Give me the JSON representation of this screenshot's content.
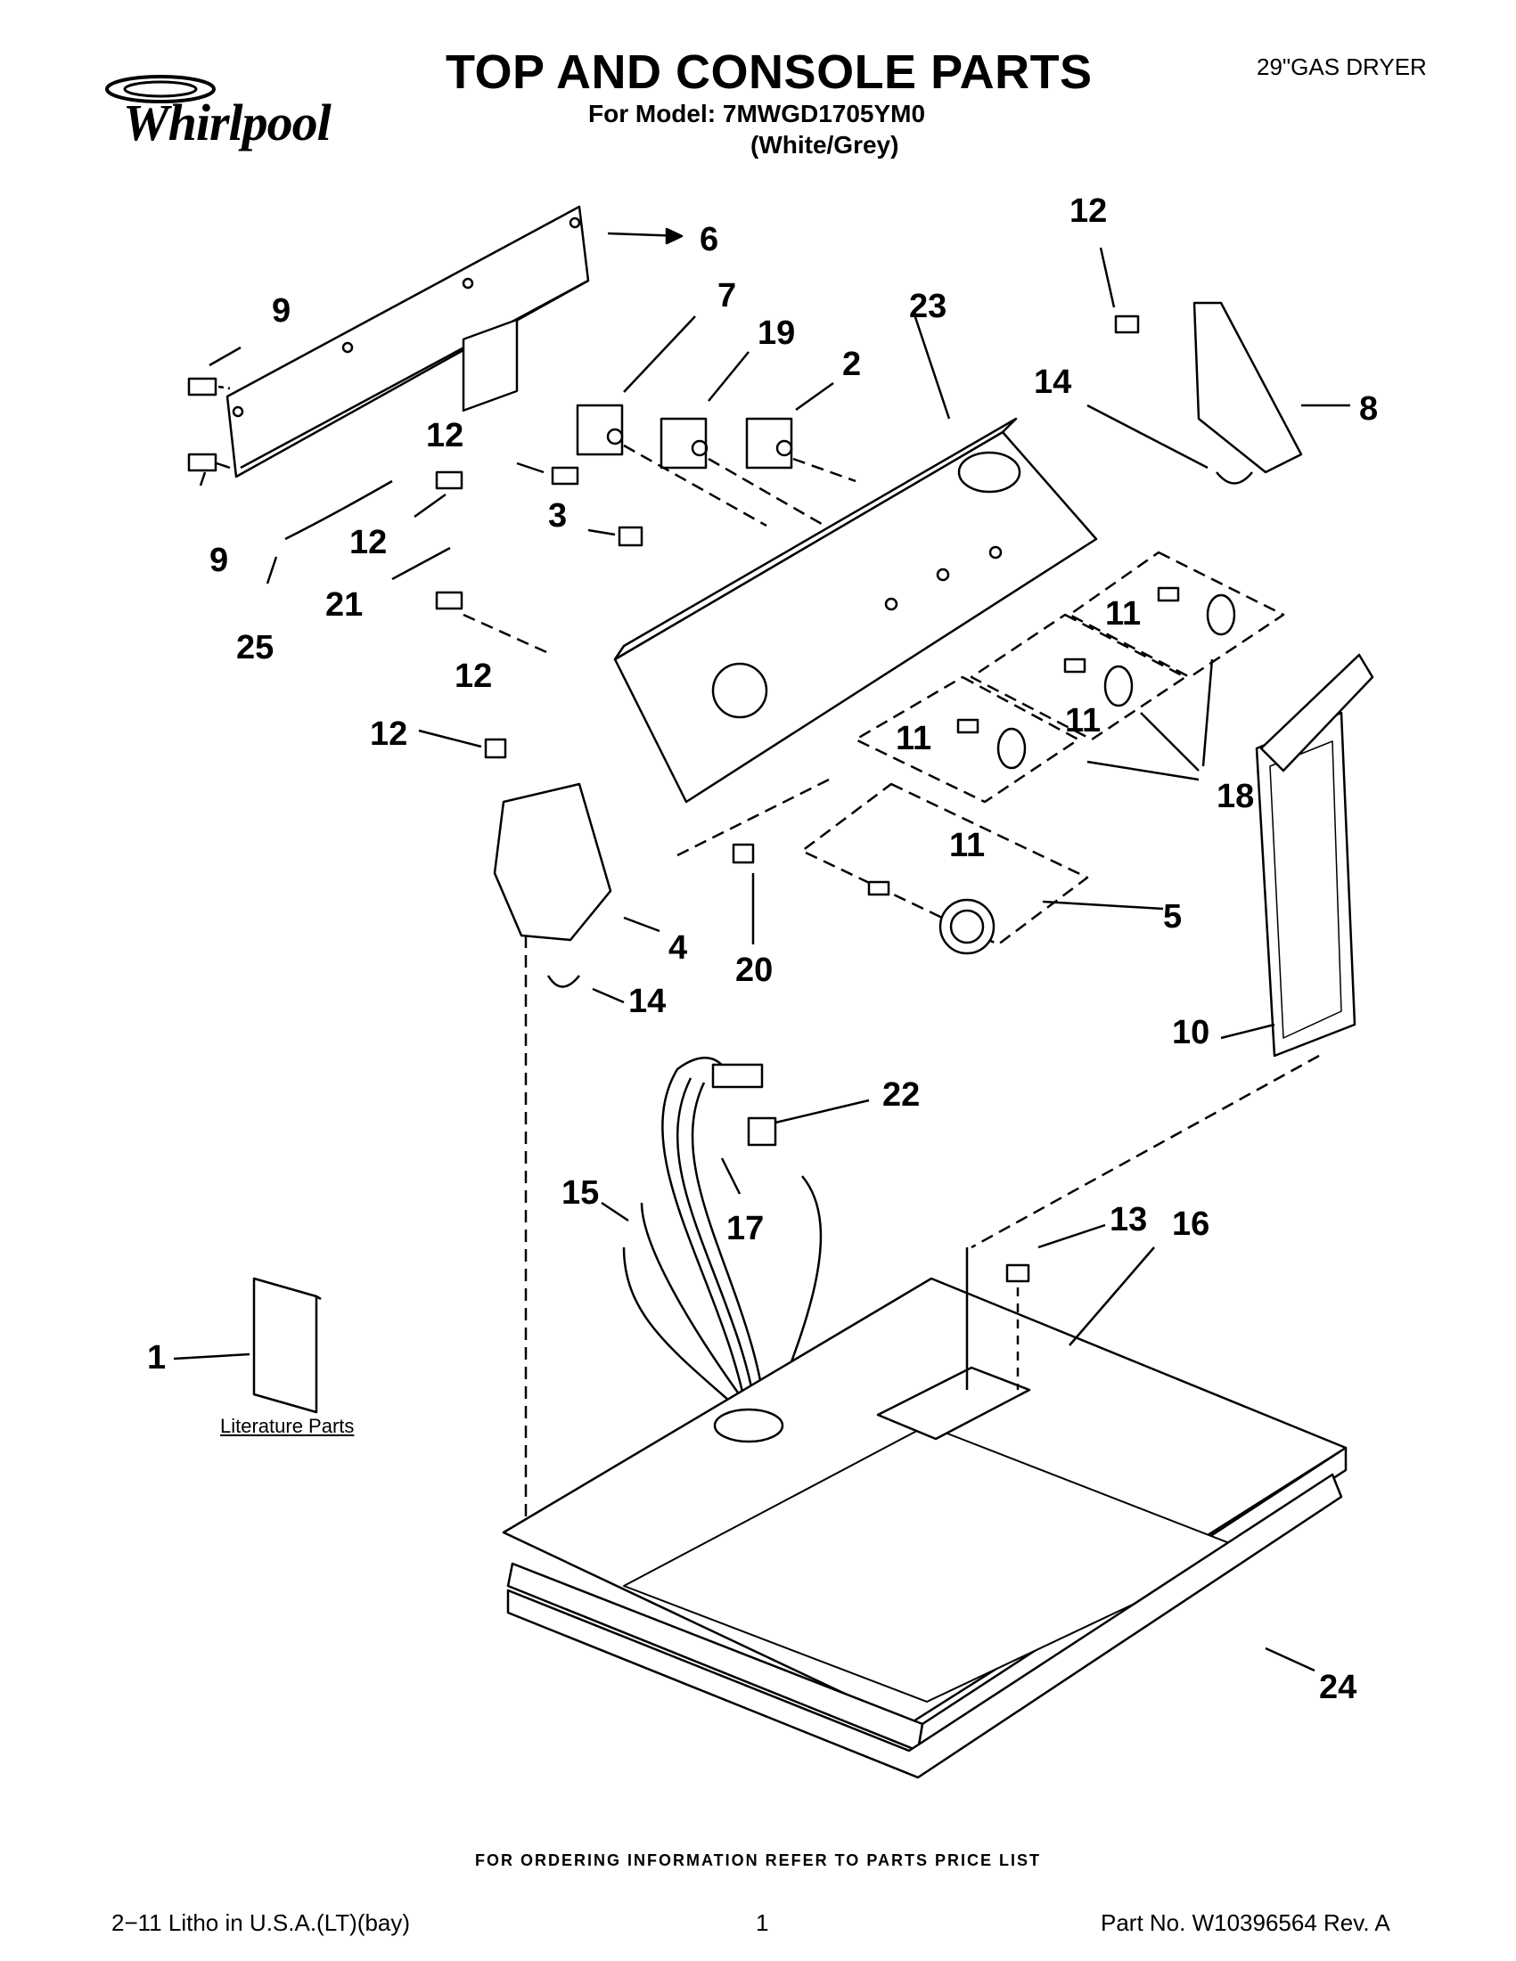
{
  "header": {
    "brand": "Whirlpool",
    "title": "TOP AND CONSOLE PARTS",
    "model_line": "For Model: 7MWGD1705YM0",
    "color_line": "(White/Grey)",
    "product_type": "29\"GAS DRYER"
  },
  "literature_label": "Literature Parts",
  "callouts": [
    {
      "id": "c6",
      "text": "6"
    },
    {
      "id": "c9a",
      "text": "9"
    },
    {
      "id": "c9b",
      "text": "9"
    },
    {
      "id": "c7",
      "text": "7"
    },
    {
      "id": "c19",
      "text": "19"
    },
    {
      "id": "c2",
      "text": "2"
    },
    {
      "id": "c23",
      "text": "23"
    },
    {
      "id": "c12a",
      "text": "12"
    },
    {
      "id": "c14a",
      "text": "14"
    },
    {
      "id": "c8",
      "text": "8"
    },
    {
      "id": "c12b",
      "text": "12"
    },
    {
      "id": "c12c",
      "text": "12"
    },
    {
      "id": "c3",
      "text": "3"
    },
    {
      "id": "c21",
      "text": "21"
    },
    {
      "id": "c25",
      "text": "25"
    },
    {
      "id": "c12d",
      "text": "12"
    },
    {
      "id": "c11a",
      "text": "11"
    },
    {
      "id": "c11b",
      "text": "11"
    },
    {
      "id": "c11c",
      "text": "11"
    },
    {
      "id": "c18",
      "text": "18"
    },
    {
      "id": "c12e",
      "text": "12"
    },
    {
      "id": "c11d",
      "text": "11"
    },
    {
      "id": "c5",
      "text": "5"
    },
    {
      "id": "c4",
      "text": "4"
    },
    {
      "id": "c20",
      "text": "20"
    },
    {
      "id": "c14b",
      "text": "14"
    },
    {
      "id": "c10",
      "text": "10"
    },
    {
      "id": "c22",
      "text": "22"
    },
    {
      "id": "c15",
      "text": "15"
    },
    {
      "id": "c17",
      "text": "17"
    },
    {
      "id": "c13",
      "text": "13"
    },
    {
      "id": "c16",
      "text": "16"
    },
    {
      "id": "c1",
      "text": "1"
    },
    {
      "id": "c24",
      "text": "24"
    }
  ],
  "footer": {
    "order_info": "FOR ORDERING INFORMATION REFER TO PARTS PRICE LIST",
    "litho": "2−11 Litho in U.S.A.(LT)(bay)",
    "page": "1",
    "part_no": "Part No. W10396564 Rev. A"
  }
}
